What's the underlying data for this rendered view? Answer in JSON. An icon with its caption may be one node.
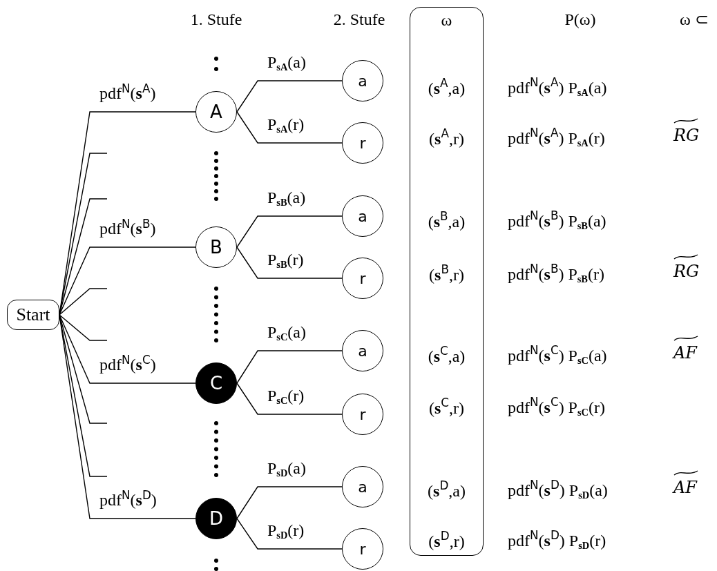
{
  "diagram": {
    "nodes": [
      {
        "text": [
          "Start"
        ]
      },
      {
        "text": [
          "A"
        ]
      },
      {
        "text": [
          "a"
        ]
      },
      {
        "text": [
          "r"
        ]
      },
      {
        "text": [
          "B"
        ]
      },
      {
        "text": [
          "a"
        ]
      },
      {
        "text": [
          "r"
        ]
      },
      {
        "text": [
          "C"
        ]
      },
      {
        "text": [
          "a"
        ]
      },
      {
        "text": [
          "r"
        ]
      },
      {
        "text": [
          "D"
        ]
      },
      {
        "text": [
          "a"
        ]
      },
      {
        "text": [
          "r"
        ]
      },
      {
        "text": [
          "ω",
          "(**s**$^{A}$,a)",
          "(**s**$^{A}$,r)",
          "(**s**$^{B}$,a)",
          "(**s**$^{B}$,r)",
          "(**s**$^{C}$,a)",
          "(**s**$^{C}$,r)",
          "(**s**$^{D}$,a)",
          "(**s**$^{D}$,r)"
        ]
      }
    ],
    "edges": [
      {
        "from": 0,
        "to": 1,
        "arrow": "none",
        "label": "pdf$^{N}$(**s**$^{A}$)"
      },
      {
        "from": 0,
        "to": null,
        "arrow": "none"
      },
      {
        "from": 0,
        "to": null,
        "arrow": "none"
      },
      {
        "from": 0,
        "to": 4,
        "arrow": "none",
        "label": "pdf$^{N}$(**s**$^{B}$)"
      },
      {
        "from": 0,
        "to": null,
        "arrow": "none"
      },
      {
        "from": 0,
        "to": null,
        "arrow": "none"
      },
      {
        "from": 0,
        "to": 7,
        "arrow": "none",
        "label": "pdf$^{N}$(**s**$^{C}$)"
      },
      {
        "from": 0,
        "to": null,
        "arrow": "none"
      },
      {
        "from": 0,
        "to": null,
        "arrow": "none"
      },
      {
        "from": 0,
        "to": 10,
        "arrow": "none",
        "label": "pdf$^{N}$(**s**$^{D}$)"
      },
      {
        "from": 1,
        "to": 2,
        "arrow": "none",
        "label": "P$_{sA}$(a)"
      },
      {
        "from": 1,
        "to": 3,
        "arrow": "none",
        "label": "P$_{sA}$(r)"
      },
      {
        "from": 4,
        "to": 5,
        "arrow": "none",
        "label": "P$_{sB}$(a)"
      },
      {
        "from": 4,
        "to": 6,
        "arrow": "none",
        "label": "P$_{sB}$(r)"
      },
      {
        "from": 7,
        "to": 8,
        "arrow": "none",
        "label": "P$_{sC}$(a)"
      },
      {
        "from": 7,
        "to": 9,
        "arrow": "none",
        "label": "P$_{sC}$(r)"
      },
      {
        "from": 10,
        "to": 11,
        "arrow": "none",
        "label": "P$_{sD}$(a)"
      },
      {
        "from": 10,
        "to": 12,
        "arrow": "none",
        "label": "P$_{sD}$(r)"
      }
    ],
    "labels": [
      "1. Stufe",
      "2. Stufe",
      "P(ω)",
      "ω ⊂",
      "pdf$^{N}$(**s**$^{A}$) P$_{sA}$(a)",
      "pdf$^{N}$(**s**$^{A}$) P$_{sA}$(r)",
      "RG",
      "pdf$^{N}$(**s**$^{B}$) P$_{sB}$(a)",
      "pdf$^{N}$(**s**$^{B}$) P$_{sB}$(r)",
      "RG",
      "pdf$^{N}$(**s**$^{C}$) P$_{sC}$(a)",
      "AF",
      "pdf$^{N}$(**s**$^{C}$) P$_{sC}$(r)",
      "pdf$^{N}$(**s**$^{D}$) P$_{sD}$(a)",
      "AF",
      "pdf$^{N}$(**s**$^{D}$) P$_{sD}$(r)"
    ]
  }
}
